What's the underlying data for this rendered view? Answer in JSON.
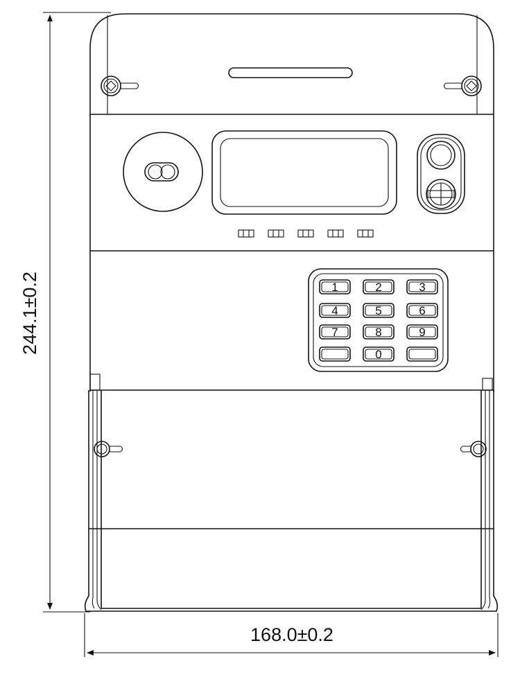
{
  "dimensions": {
    "height_label": "244.1±0.2",
    "width_label": "168.0±0.2"
  },
  "keypad": {
    "keys": [
      "1",
      "2",
      "3",
      "4",
      "5",
      "6",
      "7",
      "8",
      "9",
      "",
      "0",
      ""
    ]
  },
  "indicators": {
    "count": 5
  }
}
